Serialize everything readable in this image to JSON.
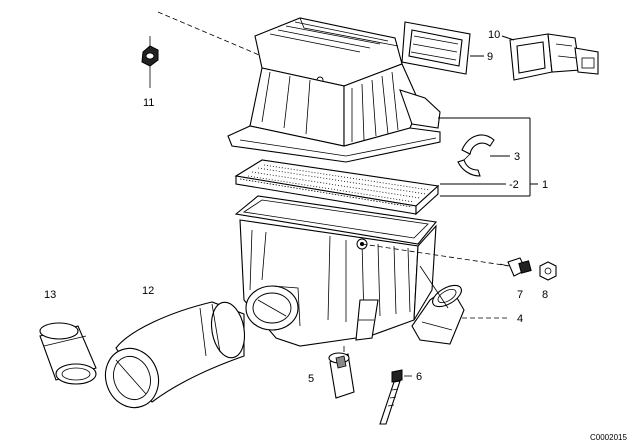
{
  "labels": {
    "p1": "1",
    "p2": "-2",
    "p3": "3",
    "p4": "4",
    "p5": "5",
    "p6": "6",
    "p7": "7",
    "p8": "8",
    "p9": "9",
    "p10": "10",
    "p11": "11",
    "p12": "12",
    "p13": "13"
  },
  "drawing_code": "C0002015"
}
